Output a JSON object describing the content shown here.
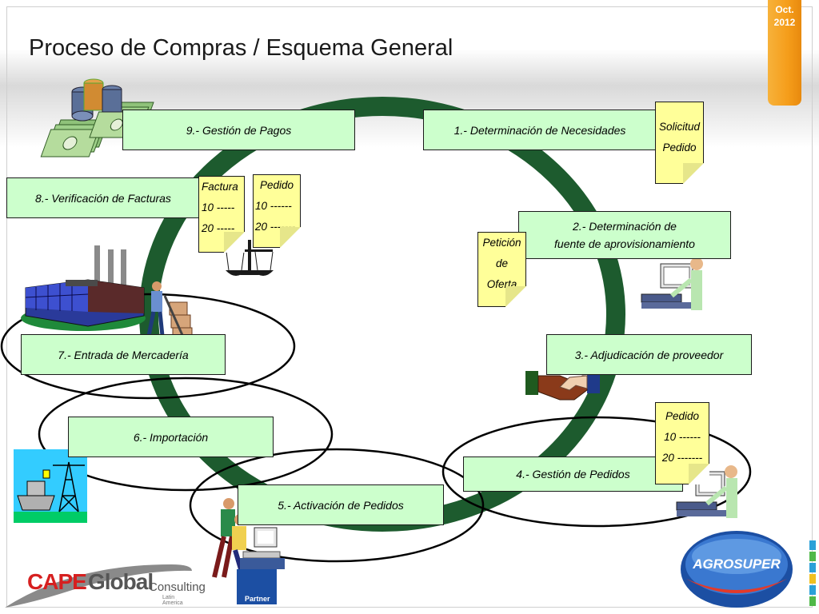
{
  "slide": {
    "title": "Proceso de Compras / Esquema General",
    "date_tab": {
      "line1": "Oct.",
      "line2": "2012"
    }
  },
  "steps": [
    {
      "id": "step1",
      "label": "1.- Determinación de Necesidades"
    },
    {
      "id": "step2",
      "line1": "2.- Determinación de",
      "line2": "fuente de aprovisionamiento"
    },
    {
      "id": "step3",
      "label": "3.- Adjudicación de proveedor"
    },
    {
      "id": "step4",
      "label": "4.- Gestión de Pedidos"
    },
    {
      "id": "step5",
      "label": "5.- Activación de Pedidos"
    },
    {
      "id": "step6",
      "label": "6.- Importación"
    },
    {
      "id": "step7",
      "label": "7.- Entrada de Mercadería"
    },
    {
      "id": "step8",
      "label": "8.- Verificación de Facturas"
    },
    {
      "id": "step9",
      "label": "9.- Gestión de Pagos"
    }
  ],
  "documents": {
    "solicitud": {
      "line1": "Solicitud",
      "line2": "Pedido"
    },
    "peticion": {
      "line1": "Petición",
      "line2": "de",
      "line3": "Oferta"
    },
    "factura": {
      "line1": "Factura",
      "line2": "10 -----",
      "line3": "20 -----"
    },
    "pedido_top": {
      "line1": "Pedido",
      "line2": "10 ------",
      "line3": "20 -------"
    },
    "pedido_right": {
      "line1": "Pedido",
      "line2": "10 ------",
      "line3": "20 -------"
    }
  },
  "logos": {
    "cape": {
      "part1": "CAPE",
      "part2": "Global",
      "part3": "Consulting",
      "part4": "Latin America"
    },
    "agrosuper": "AGROSUPER",
    "sap_partner": "Partner"
  },
  "colors": {
    "cycle_ring": "#1d5b2e",
    "step_box_fill": "#ccffcc",
    "document_fill": "#ffff99",
    "date_tab": "#f59d1a",
    "cape_red": "#d62020",
    "agrosuper_blue": "#1c4fa3"
  }
}
